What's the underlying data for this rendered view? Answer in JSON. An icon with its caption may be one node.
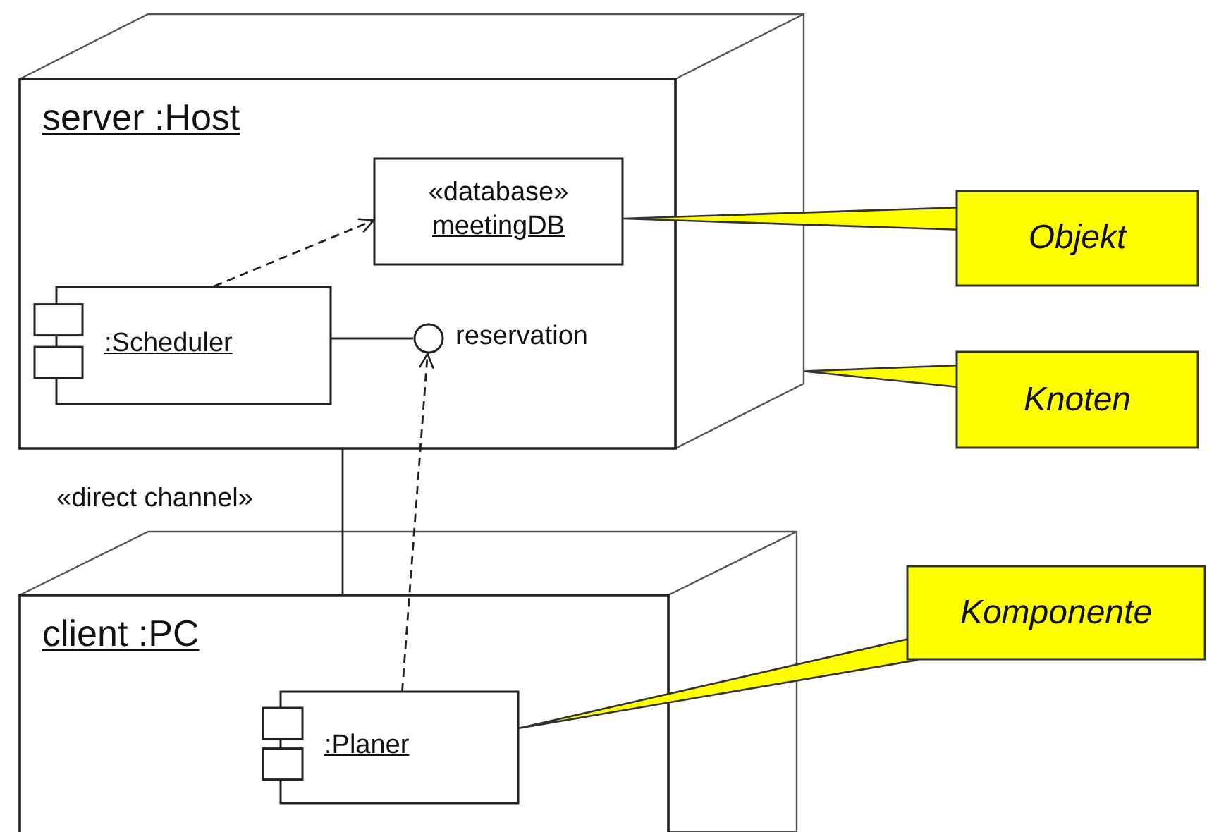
{
  "diagram": {
    "nodes": [
      {
        "text": [
          "server :Host"
        ]
      },
      {
        "text": [
          "«database»",
          "meetingDB"
        ],
        "in": 0
      },
      {
        "text": [
          ":Scheduler"
        ],
        "in": 0
      },
      {
        "text": [],
        "shape": "circle",
        "in": 0,
        "beside": [
          "reservation"
        ]
      },
      {
        "text": [
          "client :PC"
        ]
      },
      {
        "text": [
          ":Planer"
        ],
        "in": 4
      },
      {
        "text": [
          "Objekt"
        ]
      },
      {
        "text": [
          "Knoten"
        ]
      },
      {
        "text": [
          "Komponente"
        ]
      }
    ],
    "edges": [
      {
        "from": 2,
        "to": 1,
        "arrow": "to",
        "style": "dashed"
      },
      {
        "from": 2,
        "to": 3,
        "arrow": "none"
      },
      {
        "from": 5,
        "to": 3,
        "arrow": "to",
        "style": "dashed"
      },
      {
        "from": 0,
        "to": 4,
        "arrow": "none",
        "label": "«direct channel»"
      },
      {
        "from": 6,
        "to": 1,
        "arrow": "none",
        "color": "#ffff00"
      },
      {
        "from": 7,
        "to": 0,
        "arrow": "none",
        "color": "#ffff00"
      },
      {
        "from": 8,
        "to": 5,
        "arrow": "none",
        "color": "#ffff00"
      }
    ]
  }
}
